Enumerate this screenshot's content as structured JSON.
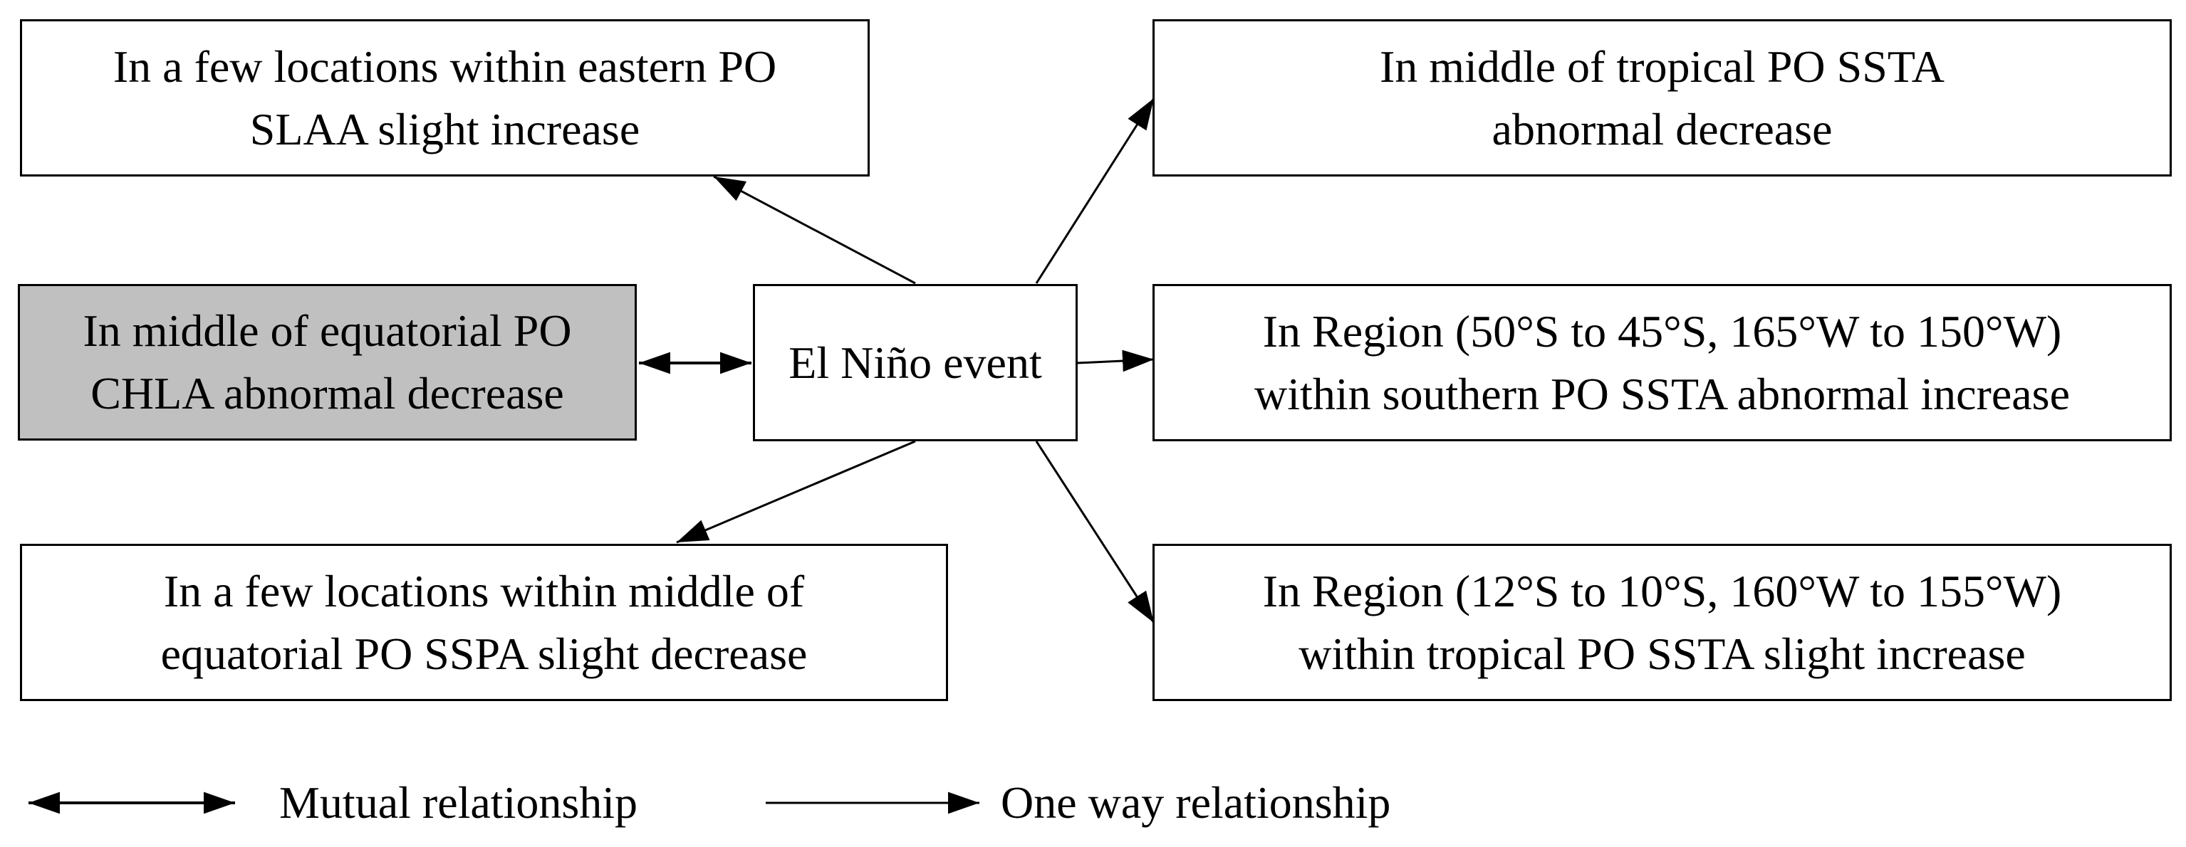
{
  "diagram": {
    "center": {
      "label": "El Niño event"
    },
    "boxes": {
      "slaa": {
        "line1": "In a few locations within eastern PO",
        "line2": "SLAA slight increase"
      },
      "chla": {
        "line1": "In middle of  equatorial PO",
        "line2": "CHLA abnormal decrease",
        "fill": "#c0c0c0"
      },
      "sspa": {
        "line1": "In a few locations within middle of",
        "line2": "equatorial PO SSPA slight decrease"
      },
      "ssta_tropical": {
        "line1": "In middle of  tropical PO SSTA",
        "line2": "abnormal decrease"
      },
      "ssta_southern": {
        "line1": "In Region (50°S to 45°S, 165°W to 150°W)",
        "line2": "within southern PO SSTA abnormal increase"
      },
      "ssta_region": {
        "line1": "In Region (12°S to 10°S, 160°W to 155°W)",
        "line2": "within tropical PO SSTA slight increase"
      }
    }
  },
  "legend": {
    "mutual": "Mutual relationship",
    "one_way": "One way relationship"
  }
}
